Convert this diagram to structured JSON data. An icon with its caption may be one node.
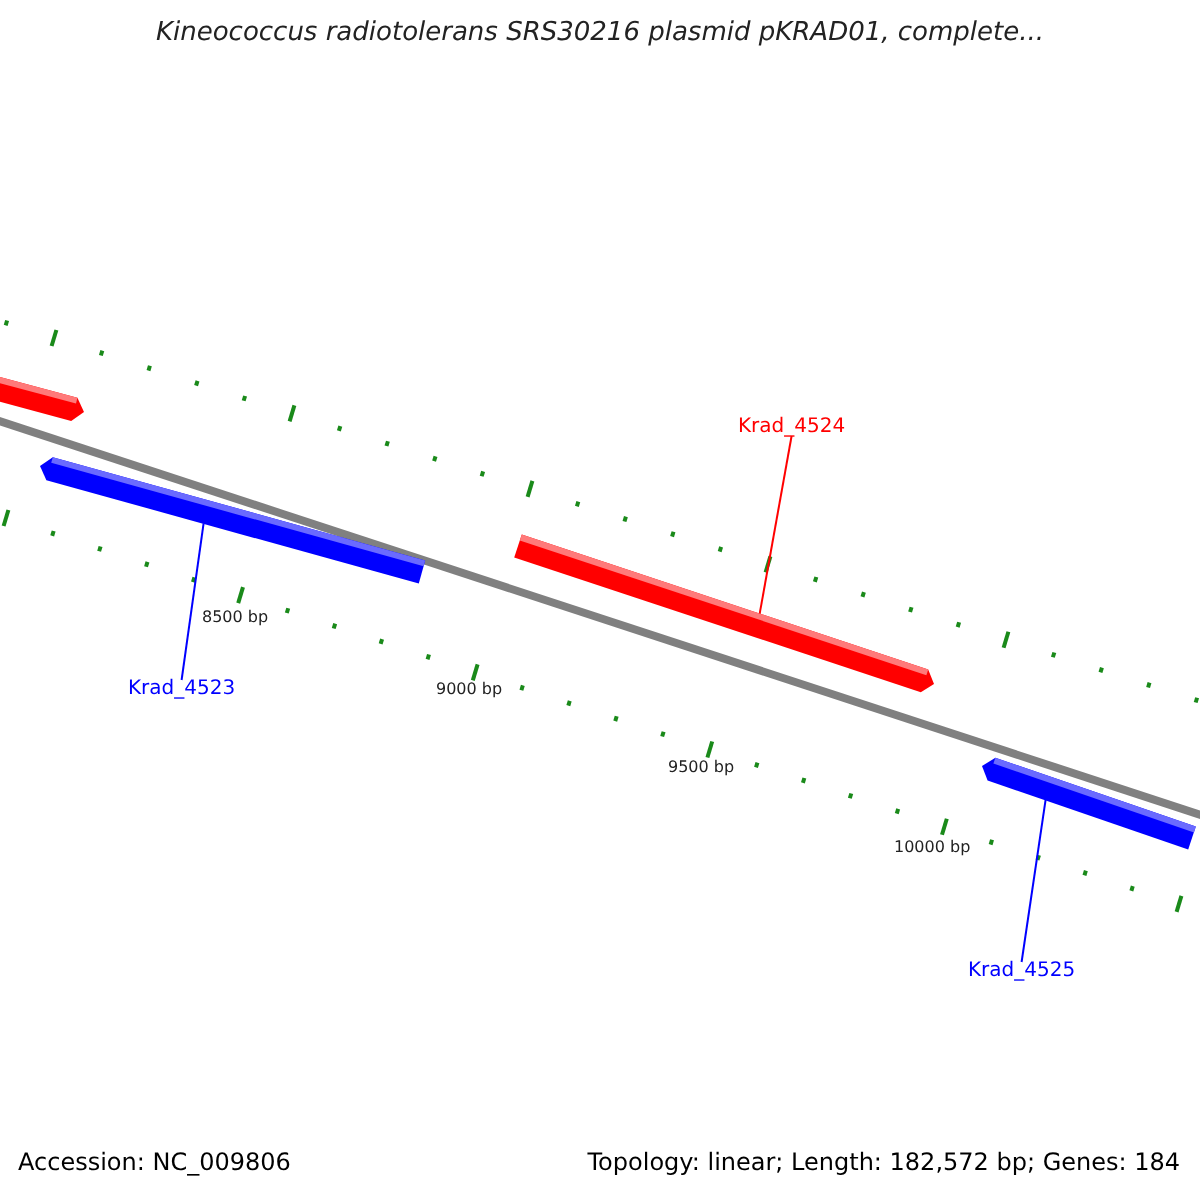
{
  "diagram": {
    "title": "Kineococcus radiotolerans SRS30216 plasmid pKRAD01, complete...",
    "nodes": [
      {
        "text": [],
        "shape": "bar"
      },
      {
        "text": [],
        "shape": "bar"
      },
      {
        "text": [],
        "shape": "bar"
      },
      {
        "text": [],
        "shape": "bar"
      },
      {
        "text": [
          "Krad_4524"
        ]
      },
      {
        "text": [
          "Krad_4523"
        ]
      },
      {
        "text": [
          "Krad_4525"
        ]
      }
    ],
    "edges": [
      {
        "from": 4,
        "to": 2,
        "arrow": "none",
        "color": "#ff0000"
      },
      {
        "from": 5,
        "to": 1,
        "arrow": "none"
      },
      {
        "from": 6,
        "to": 3,
        "arrow": "none"
      }
    ],
    "labels": [
      "8500 bp",
      "9000 bp",
      "9500 bp",
      "10000 bp",
      "Accession: NC_009806",
      "Topology: linear; Length: 182,572 bp; Genes: 184"
    ]
  }
}
